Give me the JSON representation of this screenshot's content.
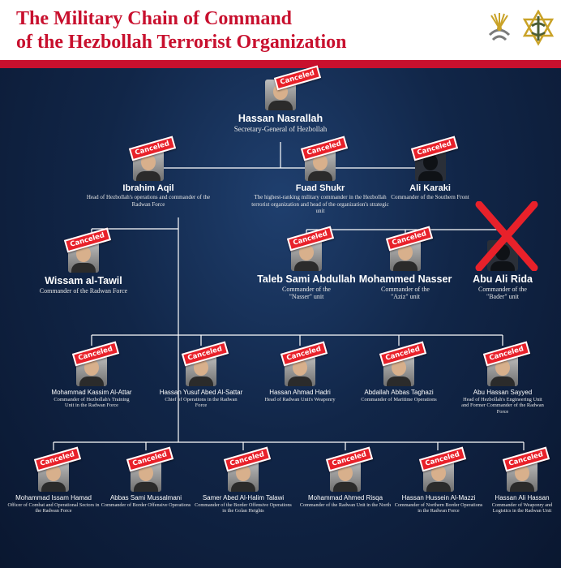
{
  "header": {
    "title_line1": "The Military Chain of Command",
    "title_line2": "of the Hezbollah Terrorist Organization"
  },
  "stamp_label": "Canceled",
  "leader": {
    "name": "Hassan Nasrallah",
    "role": "Secretary-General of Hezbollah",
    "canceled": true
  },
  "tier2": [
    {
      "name": "Ibrahim Aqil",
      "role": "Head of Hezbollah's operations and commander of the Radwan Force",
      "canceled": true
    },
    {
      "name": "Fuad Shukr",
      "role": "The highest-ranking military commander in the Hezbollah terrorist organization and head of the organization's strategic unit",
      "canceled": true
    },
    {
      "name": "Ali Karaki",
      "role": "Commander of the Southern Front",
      "canceled": true
    }
  ],
  "tier3_left": {
    "name": "Wissam al-Tawil",
    "role": "Commander of the Radwan Force",
    "canceled": true
  },
  "tier3": [
    {
      "name": "Taleb Sami Abdullah",
      "role": "Commander of the \"Nasser\" unit",
      "canceled": true
    },
    {
      "name": "Mohammed Nasser",
      "role": "Commander of the \"Aziz\" unit",
      "canceled": true
    },
    {
      "name": "Abu Ali Rida",
      "role": "Commander of the \"Bader\" unit",
      "canceled": false,
      "crossed_out": true
    }
  ],
  "tier4": [
    {
      "name": "Mohammad Kassim Al-Attar",
      "role": "Commander of Hezbollah's Training Unit in the Radwan Force",
      "canceled": true
    },
    {
      "name": "Hassan Yusuf Abed Al-Sattar",
      "role": "Chief of Operations in the Radwan Force",
      "canceled": true
    },
    {
      "name": "Hassan Ahmad Hadri",
      "role": "Head of Radwan Unit's Weaponry",
      "canceled": true
    },
    {
      "name": "Abdallah Abbas Taghazi",
      "role": "Commander of Maritime Operations",
      "canceled": true
    },
    {
      "name": "Abu Hassan Sayyed",
      "role": "Head of Hezbollah's Engineering Unit and Former Commander of the Radwan Force",
      "canceled": true
    }
  ],
  "tier5": [
    {
      "name": "Mohammad Issam Hamad",
      "role": "Officer of Combat and Operational Sectors in the Radwan Force",
      "canceled": true
    },
    {
      "name": "Abbas Sami Mussalmani",
      "role": "Commander of Border Offensive Operations",
      "canceled": true
    },
    {
      "name": "Samer Abed Al-Halim Talawi",
      "role": "Commander of the Border Offensive Operations in the Golan Heights",
      "canceled": true
    },
    {
      "name": "Mohammad Ahmed Risqa",
      "role": "Commander of the Radwan Unit in the North",
      "canceled": true
    },
    {
      "name": "Hassan Hussein Al-Mazzi",
      "role": "Commander of Northern Border Operations in the Radwan Force",
      "canceled": true
    },
    {
      "name": "Hassan Ali Hassan",
      "role": "Commander of Weaponry and Logistics in the Radwan Unit",
      "canceled": true
    }
  ],
  "colors": {
    "accent_red": "#c8102e",
    "background": "#112648",
    "line": "#ffffff"
  },
  "icons": [
    "intelligence-emblem-icon",
    "idf-emblem-icon"
  ]
}
